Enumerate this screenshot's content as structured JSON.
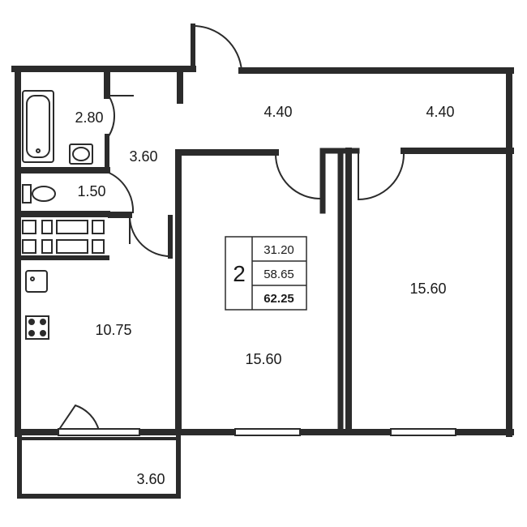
{
  "plan": {
    "rooms": {
      "bath_area": "2.80",
      "wc_area": "1.50",
      "hall_area": "3.60",
      "corridor_left_area": "4.40",
      "corridor_right_area": "4.40",
      "kitchen_area": "10.75",
      "room_middle_area": "15.60",
      "room_right_area": "15.60",
      "balcony_area": "3.60"
    },
    "info": {
      "rooms_count": "2",
      "living_area": "31.20",
      "total_area": "58.65",
      "total_area_with_balcony": "62.25"
    }
  },
  "colors": {
    "wall": "#2b2b2b",
    "background": "#ffffff"
  }
}
